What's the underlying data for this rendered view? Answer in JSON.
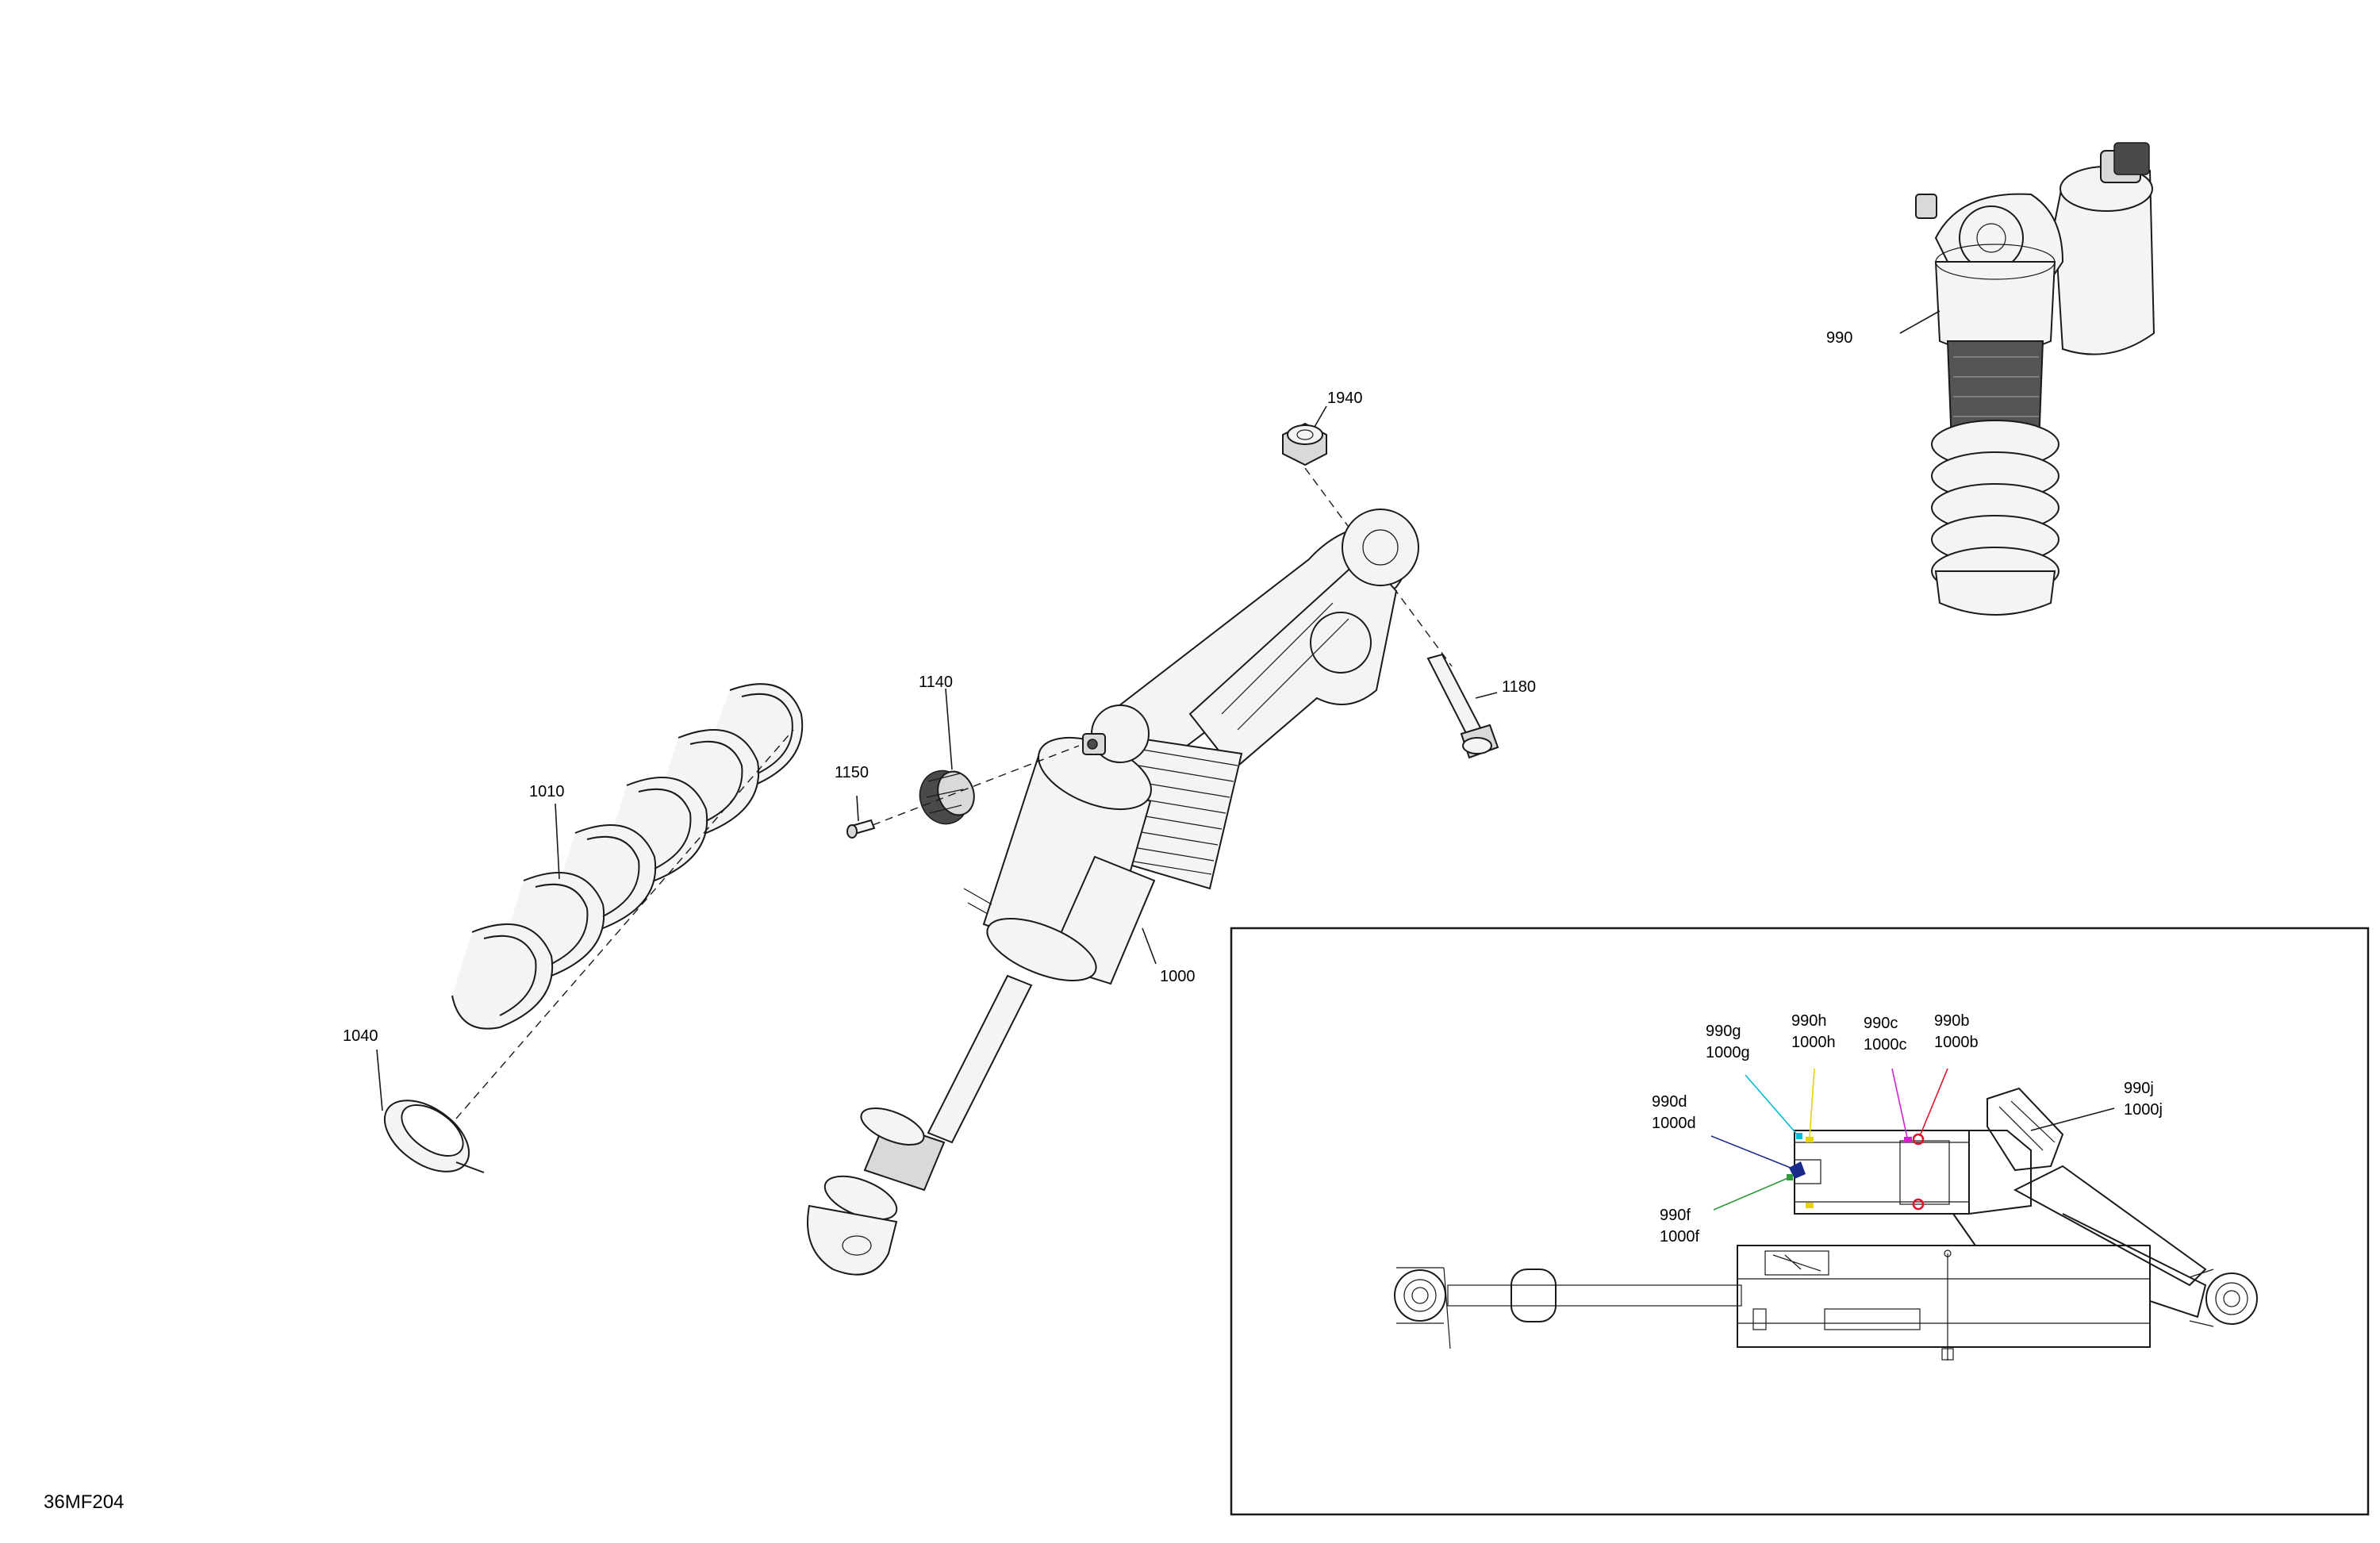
{
  "drawing_ref": "36MF204",
  "parts": [
    {
      "id": "p990",
      "number": "990"
    },
    {
      "id": "p1940",
      "number": "1940"
    },
    {
      "id": "p1180",
      "number": "1180"
    },
    {
      "id": "p1140",
      "number": "1140"
    },
    {
      "id": "p1150",
      "number": "1150"
    },
    {
      "id": "p1010",
      "number": "1010"
    },
    {
      "id": "p1000",
      "number": "1000"
    },
    {
      "id": "p1040",
      "number": "1040"
    }
  ],
  "detail_callouts": [
    {
      "id": "g",
      "line1": "990g",
      "line2": "1000g",
      "color": "#00bcd4"
    },
    {
      "id": "h",
      "line1": "990h",
      "line2": "1000h",
      "color": "#e6d400"
    },
    {
      "id": "c",
      "line1": "990c",
      "line2": "1000c",
      "color": "#d020d0"
    },
    {
      "id": "b",
      "line1": "990b",
      "line2": "1000b",
      "color": "#e0102a"
    },
    {
      "id": "j",
      "line1": "990j",
      "line2": "1000j",
      "color": "#1a1a1a"
    },
    {
      "id": "d",
      "line1": "990d",
      "line2": "1000d",
      "color": "#1a2a8a"
    },
    {
      "id": "f",
      "line1": "990f",
      "line2": "1000f",
      "color": "#2e9a3c"
    }
  ]
}
